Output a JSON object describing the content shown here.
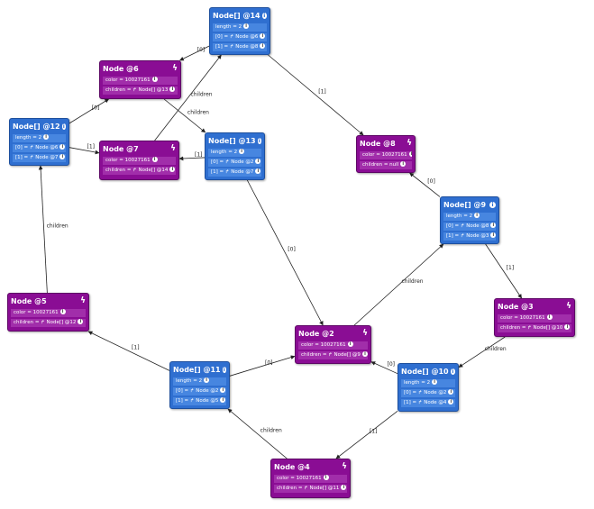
{
  "nodes": {
    "n14": {
      "title": "Node[] @14",
      "rows": [
        "length = 2",
        "[0] = ↱ Node @6",
        "[1] = ↱ Node @8"
      ]
    },
    "n6": {
      "title": "Node @6",
      "rows": [
        "color = 10027161",
        "children = ↱ Node[] @13"
      ]
    },
    "n12": {
      "title": "Node[] @12",
      "rows": [
        "length = 2",
        "[0] = ↱ Node @6",
        "[1] = ↱ Node @7"
      ]
    },
    "n7": {
      "title": "Node @7",
      "rows": [
        "color = 10027161",
        "children = ↱ Node[] @14"
      ]
    },
    "n13": {
      "title": "Node[] @13",
      "rows": [
        "length = 2",
        "[0] = ↱ Node @2",
        "[1] = ↱ Node @7"
      ]
    },
    "n8": {
      "title": "Node @8",
      "rows": [
        "color = 10027161",
        "children = null"
      ]
    },
    "n9": {
      "title": "Node[] @9",
      "rows": [
        "length = 2",
        "[0] = ↱ Node @8",
        "[1] = ↱ Node @3"
      ]
    },
    "n5": {
      "title": "Node @5",
      "rows": [
        "color = 10027161",
        "children = ↱ Node[] @12"
      ]
    },
    "n3": {
      "title": "Node @3",
      "rows": [
        "color = 10027161",
        "children = ↱ Node[] @10"
      ]
    },
    "n2": {
      "title": "Node @2",
      "rows": [
        "color = 10027161",
        "children = ↱ Node[] @9"
      ]
    },
    "n11": {
      "title": "Node[] @11",
      "rows": [
        "length = 2",
        "[0] = ↱ Node @2",
        "[1] = ↱ Node @5"
      ]
    },
    "n10": {
      "title": "Node[] @10",
      "rows": [
        "length = 2",
        "[0] = ↱ Node @2",
        "[1] = ↱ Node @4"
      ]
    },
    "n4": {
      "title": "Node @4",
      "rows": [
        "color = 10027161",
        "children = ↱ Node[] @11"
      ]
    }
  },
  "edges": [
    {
      "from": "n14",
      "to": "n6",
      "label": "[0]"
    },
    {
      "from": "n14",
      "to": "n8",
      "label": "[1]"
    },
    {
      "from": "n6",
      "to": "n13",
      "label": "children"
    },
    {
      "from": "n12",
      "to": "n6",
      "label": "[0]"
    },
    {
      "from": "n12",
      "to": "n7",
      "label": "[1]"
    },
    {
      "from": "n7",
      "to": "n14",
      "label": "children"
    },
    {
      "from": "n13",
      "to": "n7",
      "label": "[1]"
    },
    {
      "from": "n13",
      "to": "n2",
      "label": "[0]"
    },
    {
      "from": "n9",
      "to": "n8",
      "label": "[0]"
    },
    {
      "from": "n9",
      "to": "n3",
      "label": "[1]"
    },
    {
      "from": "n2",
      "to": "n9",
      "label": "children"
    },
    {
      "from": "n5",
      "to": "n12",
      "label": "children"
    },
    {
      "from": "n3",
      "to": "n10",
      "label": "children"
    },
    {
      "from": "n11",
      "to": "n5",
      "label": "[1]"
    },
    {
      "from": "n11",
      "to": "n2",
      "label": "[0]"
    },
    {
      "from": "n10",
      "to": "n2",
      "label": "[0]"
    },
    {
      "from": "n10",
      "to": "n4",
      "label": "[1]"
    },
    {
      "from": "n4",
      "to": "n11",
      "label": "children"
    }
  ],
  "colors": {
    "array_node": "#2f6fd0",
    "object_node": "#8a0d94",
    "edge": "#222222"
  },
  "icons": {
    "info": "info-icon",
    "bolt": "bolt-icon",
    "reference": "reference-arrow-icon"
  }
}
